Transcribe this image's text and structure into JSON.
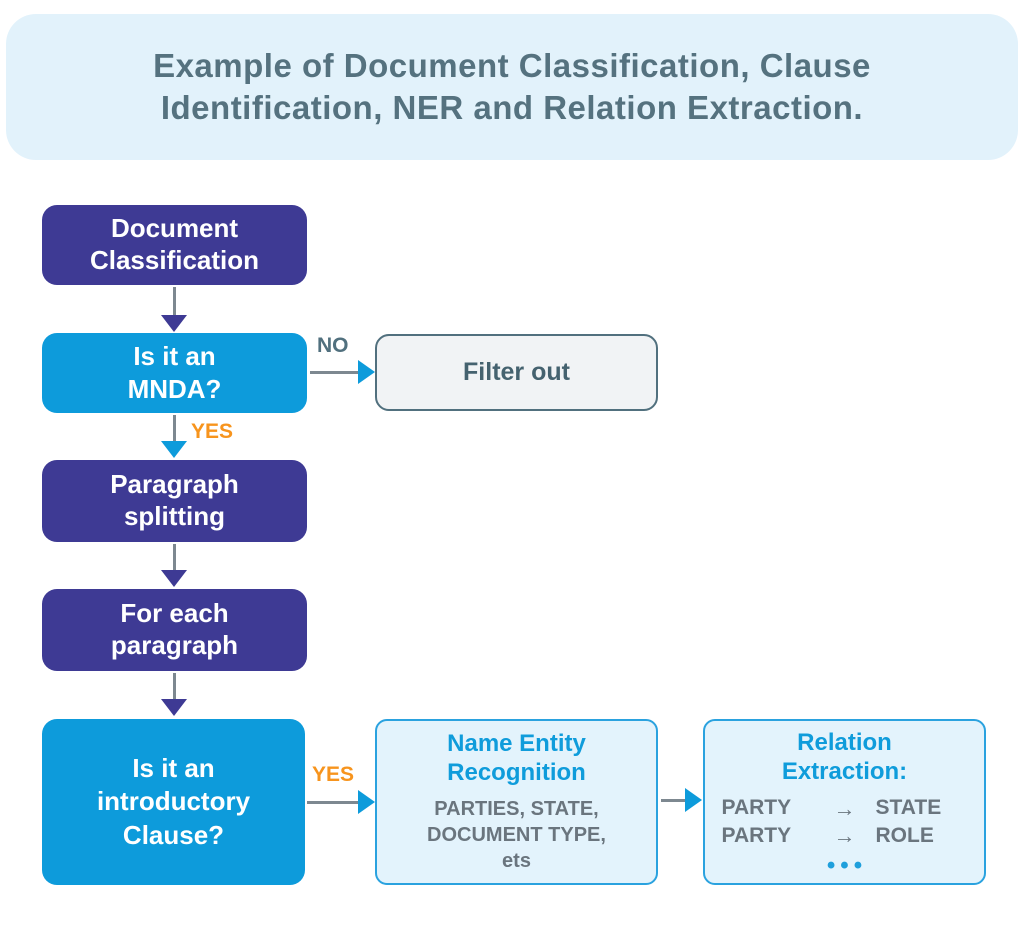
{
  "header": {
    "title_line1": "Example of Document Classification, Clause",
    "title_line2": "Identification, NER and Relation Extraction."
  },
  "nodes": {
    "doc_class": {
      "line1": "Document",
      "line2": "Classification"
    },
    "mnda": {
      "line1": "Is it an",
      "line2": "MNDA?"
    },
    "filter_out": {
      "label": "Filter out"
    },
    "paragraph_splitting": {
      "line1": "Paragraph",
      "line2": "splitting"
    },
    "for_each_paragraph": {
      "line1": "For each",
      "line2": "paragraph"
    },
    "intro_clause": {
      "line1": "Is it an",
      "line2": "introductory",
      "line3": "Clause?"
    },
    "ner": {
      "title_line1": "Name Entity",
      "title_line2": "Recognition",
      "body_line1": "PARTIES, STATE,",
      "body_line2": "DOCUMENT TYPE,",
      "body_line3": "ets"
    },
    "relation": {
      "title_line1": "Relation",
      "title_line2": "Extraction:",
      "rows": [
        {
          "from": "PARTY",
          "arrow": "→",
          "to": "STATE"
        },
        {
          "from": "PARTY",
          "arrow": "→",
          "to": "ROLE"
        }
      ],
      "ellipsis": "•••"
    }
  },
  "edges": {
    "no_label": "NO",
    "yes_label_mnda": "YES",
    "yes_label_intro": "YES"
  },
  "colors": {
    "banner_bg": "#E2F2FB",
    "title_text": "#55727F",
    "purple_box": "#3E3A94",
    "cyan_box": "#0D9BDB",
    "light_blue_box_bg": "#E3F3FC",
    "light_blue_box_border": "#2AA2DF",
    "gray_box_bg": "#F1F3F5",
    "gray_box_border": "#51707E",
    "no_label": "#51707E",
    "yes_label": "#F7941D",
    "arrow_stem": "#7D8890",
    "body_text_gray": "#6A757E"
  }
}
